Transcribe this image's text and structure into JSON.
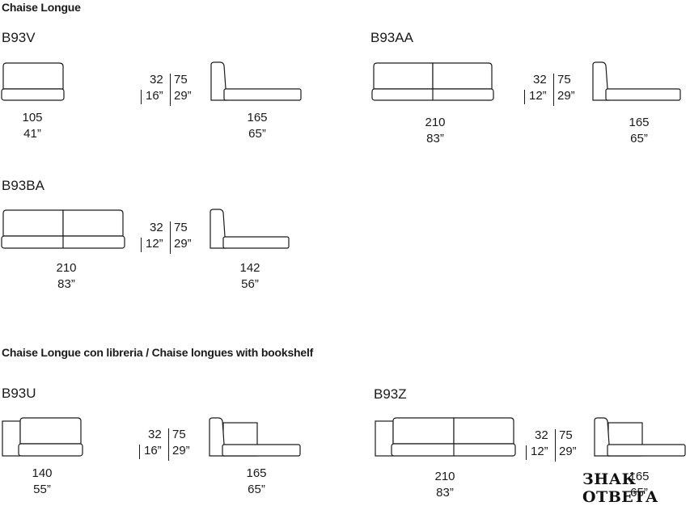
{
  "sections": {
    "chaise_longue": "Chaise Longue",
    "chaise_longue_bookshelf": "Chaise Longue con libreria / Chaise longues with bookshelf"
  },
  "models": {
    "b93v": {
      "code": "B93V",
      "width_cm": "105",
      "width_in": "41”",
      "h1_cm": "32",
      "h1_in": "16”",
      "h2_cm": "75",
      "h2_in": "29”",
      "depth_cm": "165",
      "depth_in": "65”"
    },
    "b93aa": {
      "code": "B93AA",
      "width_cm": "210",
      "width_in": "83”",
      "h1_cm": "32",
      "h1_in": "12”",
      "h2_cm": "75",
      "h2_in": "29”",
      "depth_cm": "165",
      "depth_in": "65”"
    },
    "b93ba": {
      "code": "B93BA",
      "width_cm": "210",
      "width_in": "83”",
      "h1_cm": "32",
      "h1_in": "12”",
      "h2_cm": "75",
      "h2_in": "29”",
      "depth_cm": "142",
      "depth_in": "56”"
    },
    "b93u": {
      "code": "B93U",
      "width_cm": "140",
      "width_in": "55”",
      "h1_cm": "32",
      "h1_in": "16”",
      "h2_cm": "75",
      "h2_in": "29”",
      "depth_cm": "165",
      "depth_in": "65”"
    },
    "b93z": {
      "code": "B93Z",
      "width_cm": "210",
      "width_in": "83”",
      "h1_cm": "32",
      "h1_in": "12”",
      "h2_cm": "75",
      "h2_in": "29”",
      "depth_cm": "165",
      "depth_in": "65”"
    }
  },
  "watermark": "ЗНАК ОТВЕТА"
}
